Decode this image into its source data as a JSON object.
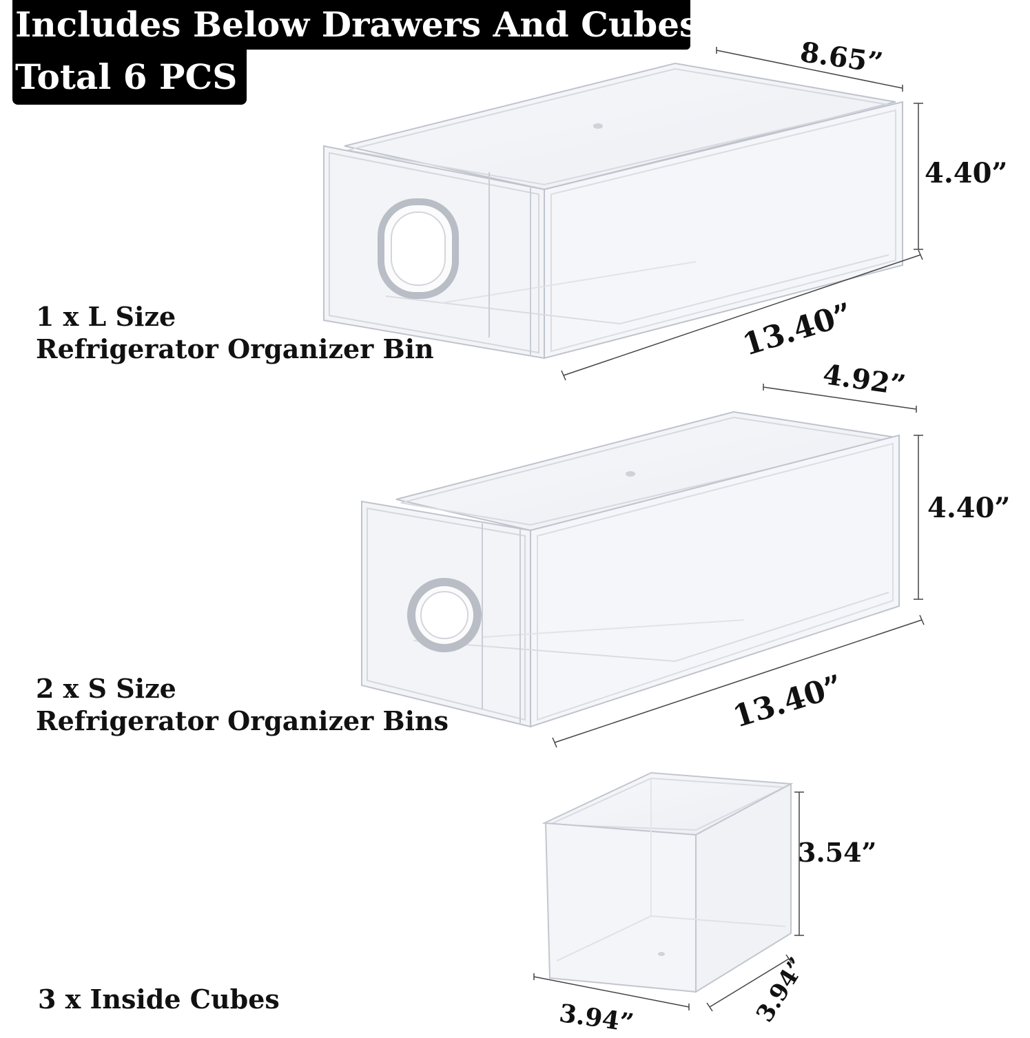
{
  "header": {
    "line1": "Includes Below Drawers And Cubes",
    "line2": "Total 6 PCS"
  },
  "items": [
    {
      "qty_line": "1 x L Size",
      "name_line": "Refrigerator Organizer Bin",
      "dimensions": {
        "width": "8.65”",
        "height": "4.40”",
        "length": "13.40”"
      }
    },
    {
      "qty_line": "2 x S Size",
      "name_line": "Refrigerator Organizer Bins",
      "dimensions": {
        "width": "4.92”",
        "height": "4.40”",
        "length": "13.40”"
      }
    },
    {
      "qty_line": "3 x  Inside Cubes",
      "dimensions": {
        "height": "3.54”",
        "width": "3.94”",
        "depth": "3.94”"
      }
    }
  ]
}
